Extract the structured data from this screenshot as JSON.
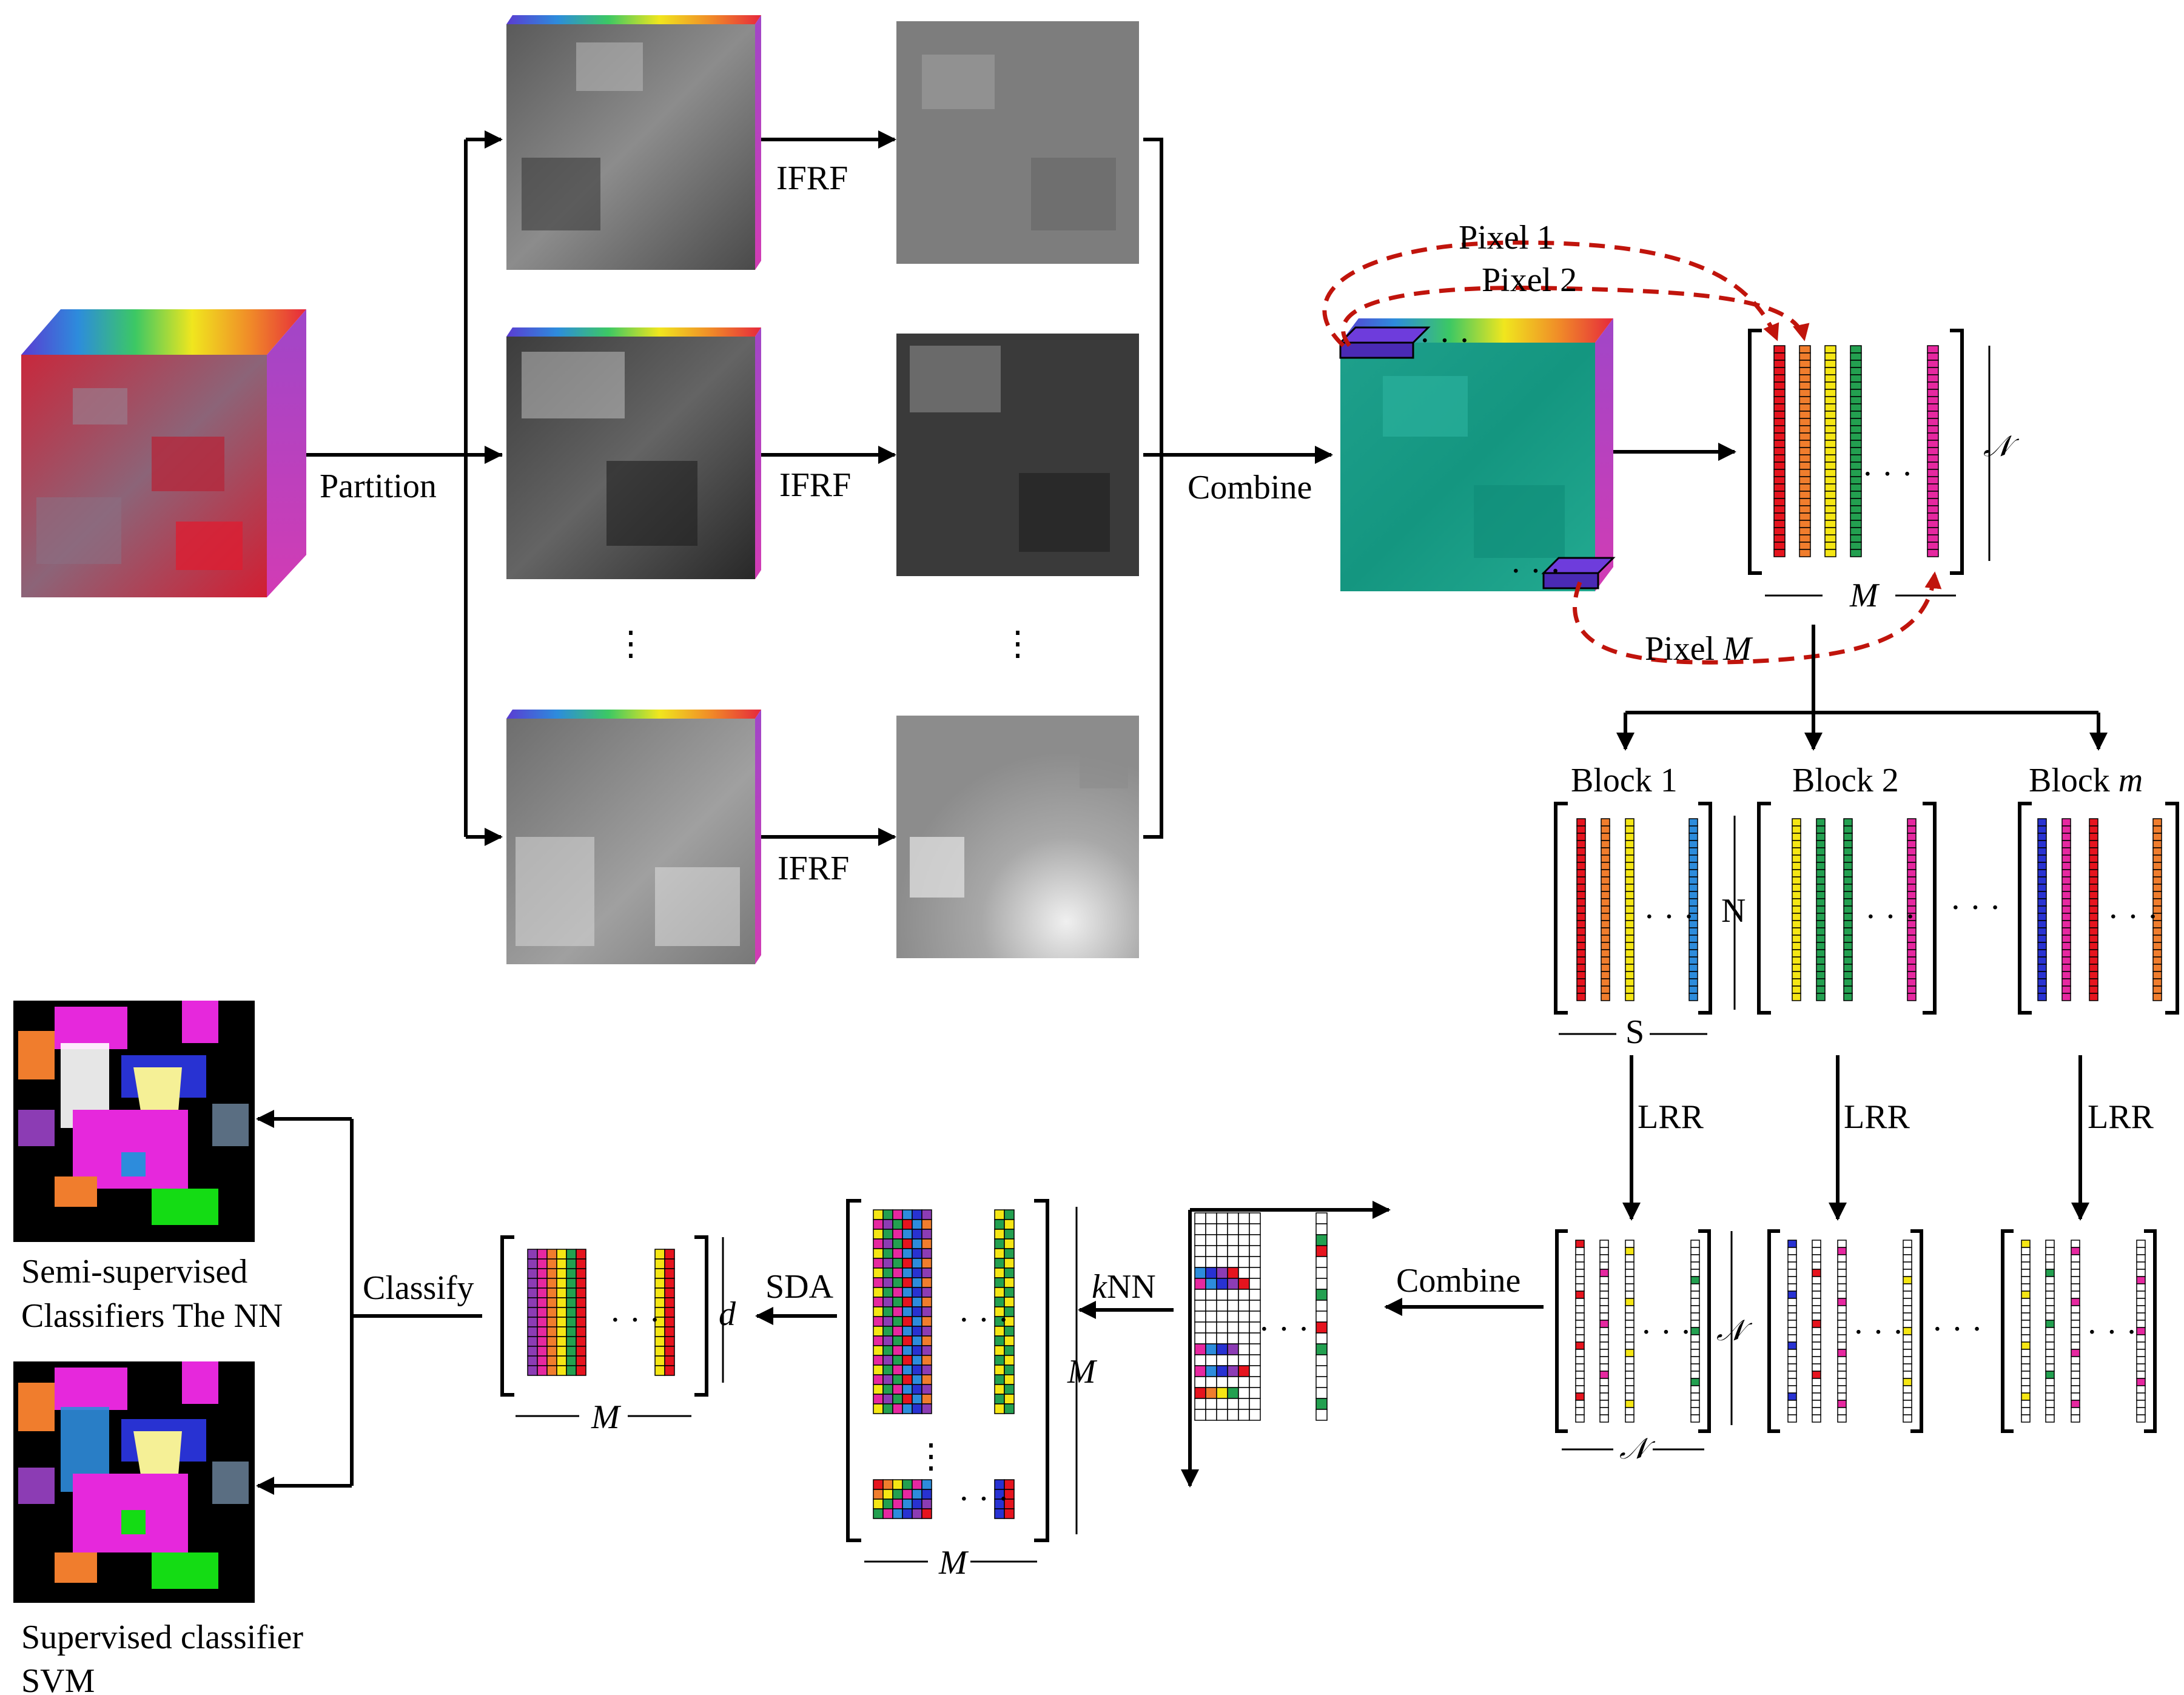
{
  "labels": {
    "partition": "Partition",
    "ifrf": "IFRF",
    "combine": "Combine",
    "pixel_1": "Pixel 1",
    "pixel_2": "Pixel 2",
    "pixel_m_prefix": "Pixel ",
    "pixel_m_var": "M",
    "cal_n": "𝒩",
    "m_italic": "M",
    "block_prefix": "Block ",
    "block_1_num": "1",
    "block_2_num": "2",
    "block_m_var": "m",
    "n_upright": "N",
    "s_upright": "S",
    "lrr": "LRR",
    "knn_k": "k",
    "knn_nn": "NN",
    "sda": "SDA",
    "d_italic": "d",
    "classify": "Classify",
    "semi_line1": "Semi-supervised",
    "semi_line2": "Classifiers The NN",
    "sup_line1": "Supervised classifier",
    "sup_line2": "SVM",
    "dots_h": "· · ·",
    "dots_v": "⋮"
  },
  "colors": {
    "arrow": "#000000",
    "pixel_path": "#c0140c",
    "combined_cube": "#18a08c",
    "column_palette": [
      "#e6141e",
      "#f07d2d",
      "#f5e614",
      "#23a050",
      "#e628a0",
      "#2d8cdc",
      "#2832d2",
      "#8c3cb4"
    ]
  }
}
